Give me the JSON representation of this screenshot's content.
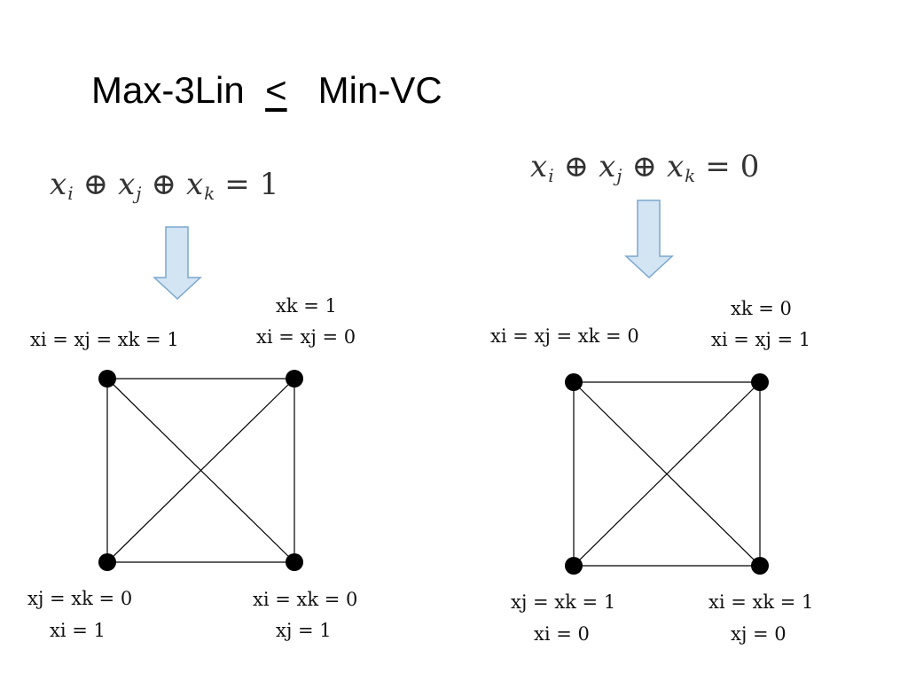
{
  "title": {
    "left": "Max-3Lin",
    "relation": "<",
    "right": "Min-VC"
  },
  "left": {
    "equation": "xi ⊕ xj ⊕ xk = 1",
    "equation_rhs": "1",
    "labels": {
      "top_left": "xi = xj = xk = 1",
      "top_right_1": "xk = 1",
      "top_right_2": "xi = xj = 0",
      "bottom_left_1": "xj = xk = 0",
      "bottom_left_2": "xi = 1",
      "bottom_right_1": "xi = xk = 0",
      "bottom_right_2": "xj = 1"
    }
  },
  "right": {
    "equation": "xi ⊕ xj ⊕ xk = 0",
    "equation_rhs": "0",
    "labels": {
      "top_left": "xi = xj = xk = 0",
      "top_right_1": "xk = 0",
      "top_right_2": "xi = xj = 1",
      "bottom_left_1": "xj = xk = 1",
      "bottom_left_2": "xi = 0",
      "bottom_right_1": "xi = xk = 1",
      "bottom_right_2": "xj = 0"
    }
  },
  "colors": {
    "arrow_fill": "#d3e4f3",
    "arrow_stroke": "#7aa7cf",
    "node": "#000000"
  }
}
